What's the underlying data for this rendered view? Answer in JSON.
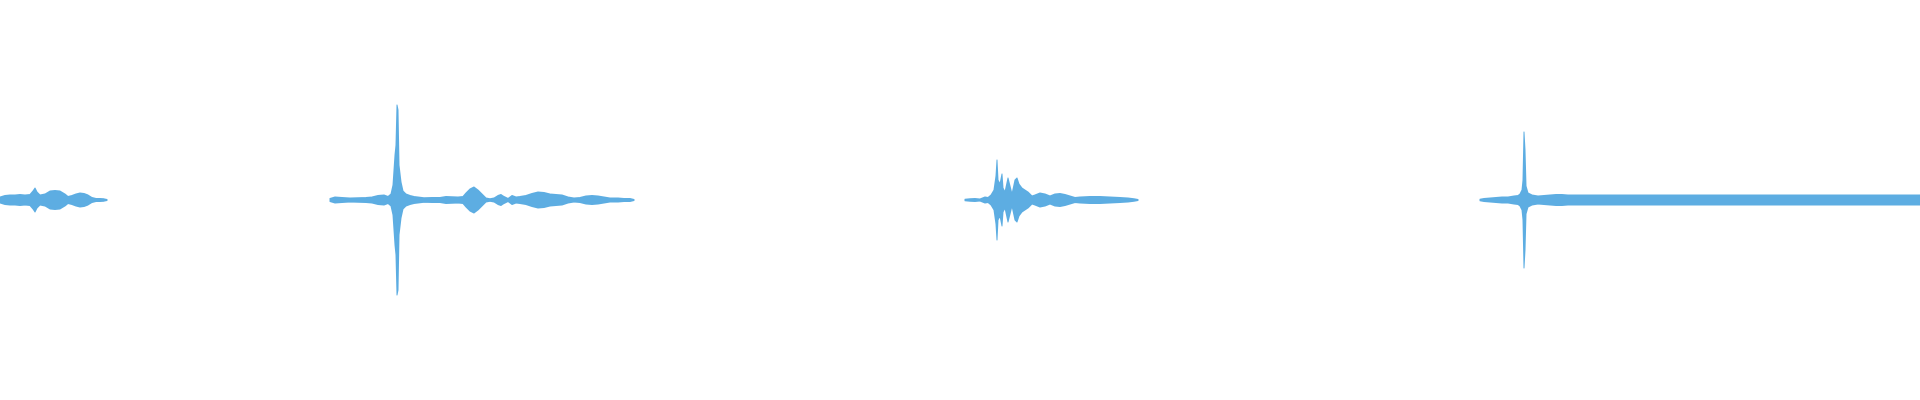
{
  "waveform": {
    "color": "#5DADE2",
    "background": "#ffffff",
    "segments": [
      {
        "id": "clip-1",
        "samples": [
          [
            0,
            0.03
          ],
          [
            5,
            0.045
          ],
          [
            10,
            0.05
          ],
          [
            15,
            0.05
          ],
          [
            20,
            0.055
          ],
          [
            25,
            0.05
          ],
          [
            30,
            0.055
          ],
          [
            33,
            0.09
          ],
          [
            35,
            0.12
          ],
          [
            37,
            0.08
          ],
          [
            40,
            0.05
          ],
          [
            45,
            0.06
          ],
          [
            50,
            0.09
          ],
          [
            55,
            0.095
          ],
          [
            60,
            0.09
          ],
          [
            65,
            0.06
          ],
          [
            68,
            0.035
          ],
          [
            72,
            0.045
          ],
          [
            76,
            0.06
          ],
          [
            80,
            0.07
          ],
          [
            84,
            0.065
          ],
          [
            88,
            0.05
          ],
          [
            92,
            0.025
          ],
          [
            96,
            0.015
          ],
          [
            100,
            0.015
          ],
          [
            104,
            0.012
          ],
          [
            107,
            0.005
          ]
        ]
      },
      {
        "id": "clip-2",
        "samples": [
          [
            330,
            0.015
          ],
          [
            335,
            0.03
          ],
          [
            342,
            0.025
          ],
          [
            350,
            0.02
          ],
          [
            358,
            0.022
          ],
          [
            366,
            0.025
          ],
          [
            372,
            0.03
          ],
          [
            378,
            0.045
          ],
          [
            384,
            0.05
          ],
          [
            388,
            0.035
          ],
          [
            391,
            0.06
          ],
          [
            393,
            0.15
          ],
          [
            395,
            0.45
          ],
          [
            396,
            0.55
          ],
          [
            397,
            0.95
          ],
          [
            398,
            0.9
          ],
          [
            399,
            0.35
          ],
          [
            401,
            0.18
          ],
          [
            403,
            0.09
          ],
          [
            406,
            0.06
          ],
          [
            410,
            0.045
          ],
          [
            414,
            0.035
          ],
          [
            418,
            0.03
          ],
          [
            424,
            0.022
          ],
          [
            432,
            0.025
          ],
          [
            440,
            0.025
          ],
          [
            446,
            0.035
          ],
          [
            452,
            0.032
          ],
          [
            458,
            0.03
          ],
          [
            463,
            0.035
          ],
          [
            466,
            0.07
          ],
          [
            470,
            0.11
          ],
          [
            474,
            0.13
          ],
          [
            478,
            0.1
          ],
          [
            482,
            0.06
          ],
          [
            486,
            0.02
          ],
          [
            490,
            0.012
          ],
          [
            494,
            0.02
          ],
          [
            498,
            0.045
          ],
          [
            501,
            0.055
          ],
          [
            504,
            0.035
          ],
          [
            508,
            0.015
          ],
          [
            512,
            0.045
          ],
          [
            516,
            0.03
          ],
          [
            520,
            0.035
          ],
          [
            526,
            0.045
          ],
          [
            532,
            0.065
          ],
          [
            538,
            0.08
          ],
          [
            544,
            0.075
          ],
          [
            550,
            0.06
          ],
          [
            556,
            0.055
          ],
          [
            562,
            0.05
          ],
          [
            568,
            0.03
          ],
          [
            574,
            0.02
          ],
          [
            580,
            0.025
          ],
          [
            586,
            0.04
          ],
          [
            592,
            0.045
          ],
          [
            598,
            0.04
          ],
          [
            604,
            0.03
          ],
          [
            610,
            0.02
          ],
          [
            618,
            0.02
          ],
          [
            624,
            0.015
          ],
          [
            630,
            0.015
          ],
          [
            634,
            0.005
          ]
        ]
      },
      {
        "id": "clip-3",
        "samples": [
          [
            965,
            0.008
          ],
          [
            970,
            0.012
          ],
          [
            975,
            0.015
          ],
          [
            980,
            0.01
          ],
          [
            985,
            0.03
          ],
          [
            988,
            0.025
          ],
          [
            991,
            0.05
          ],
          [
            994,
            0.1
          ],
          [
            996,
            0.24
          ],
          [
            997,
            0.4
          ],
          [
            998,
            0.2
          ],
          [
            1000,
            0.16
          ],
          [
            1002,
            0.26
          ],
          [
            1003,
            0.12
          ],
          [
            1005,
            0.08
          ],
          [
            1008,
            0.22
          ],
          [
            1010,
            0.14
          ],
          [
            1012,
            0.06
          ],
          [
            1015,
            0.2
          ],
          [
            1017,
            0.22
          ],
          [
            1019,
            0.16
          ],
          [
            1022,
            0.12
          ],
          [
            1025,
            0.1
          ],
          [
            1028,
            0.08
          ],
          [
            1032,
            0.04
          ],
          [
            1035,
            0.05
          ],
          [
            1040,
            0.07
          ],
          [
            1045,
            0.06
          ],
          [
            1050,
            0.04
          ],
          [
            1055,
            0.06
          ],
          [
            1060,
            0.065
          ],
          [
            1065,
            0.055
          ],
          [
            1070,
            0.04
          ],
          [
            1075,
            0.025
          ],
          [
            1080,
            0.03
          ],
          [
            1090,
            0.035
          ],
          [
            1100,
            0.035
          ],
          [
            1110,
            0.03
          ],
          [
            1120,
            0.025
          ],
          [
            1128,
            0.02
          ],
          [
            1134,
            0.012
          ],
          [
            1138,
            0.005
          ]
        ]
      },
      {
        "id": "clip-4",
        "samples": [
          [
            1480,
            0.008
          ],
          [
            1484,
            0.015
          ],
          [
            1490,
            0.02
          ],
          [
            1496,
            0.025
          ],
          [
            1502,
            0.03
          ],
          [
            1508,
            0.03
          ],
          [
            1514,
            0.04
          ],
          [
            1518,
            0.045
          ],
          [
            1520,
            0.06
          ],
          [
            1522,
            0.1
          ],
          [
            1523,
            0.2
          ],
          [
            1524,
            0.68
          ],
          [
            1525,
            0.5
          ],
          [
            1526,
            0.14
          ],
          [
            1528,
            0.07
          ],
          [
            1532,
            0.05
          ],
          [
            1538,
            0.04
          ],
          [
            1544,
            0.045
          ],
          [
            1550,
            0.05
          ],
          [
            1556,
            0.055
          ],
          [
            1562,
            0.055
          ],
          [
            1568,
            0.05
          ],
          [
            1920,
            0.05
          ]
        ]
      }
    ]
  }
}
